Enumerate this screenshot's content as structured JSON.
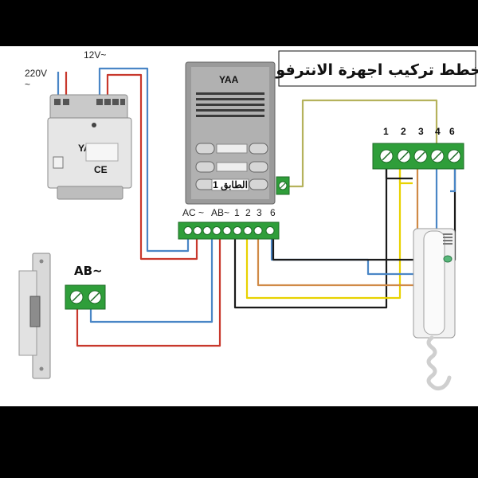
{
  "title": "مخطط تركيب اجهزة الانترفون",
  "power_supply": {
    "label_220v": "220V",
    "label_220v_sym": "~",
    "label_12v": "12V~",
    "brand": "YAA",
    "ce_mark": "CE"
  },
  "panel": {
    "brand": "YAA",
    "floor_label": "الطابق 1"
  },
  "main_terminal": {
    "labels": [
      "AC ~",
      "AB~",
      "1",
      "2",
      "3",
      "6"
    ]
  },
  "lock": {
    "terminal_label": "AB~"
  },
  "handset_terminal": {
    "labels": [
      "1",
      "2",
      "3",
      "4",
      "6"
    ]
  },
  "colors": {
    "background": "#000000",
    "canvas": "#ffffff",
    "terminal_green": "#2f9e3a",
    "wire_red": "#c8382c",
    "wire_blue": "#4a86c6",
    "wire_yellow": "#e8d200",
    "wire_black": "#1a1a1a",
    "wire_orange": "#d08a46",
    "wire_olive": "#b5b25c"
  }
}
